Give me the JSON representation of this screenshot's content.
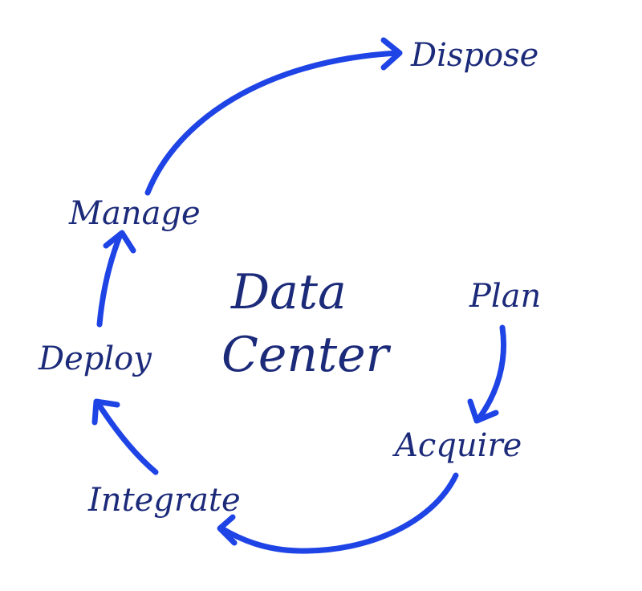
{
  "center": {
    "line1": "Data",
    "line2": "Center"
  },
  "steps": {
    "plan": "Plan",
    "acquire": "Acquire",
    "integrate": "Integrate",
    "deploy": "Deploy",
    "manage": "Manage",
    "dispose": "Dispose"
  },
  "colors": {
    "text": "#1c2a7a",
    "arrow": "#1f44e6"
  }
}
